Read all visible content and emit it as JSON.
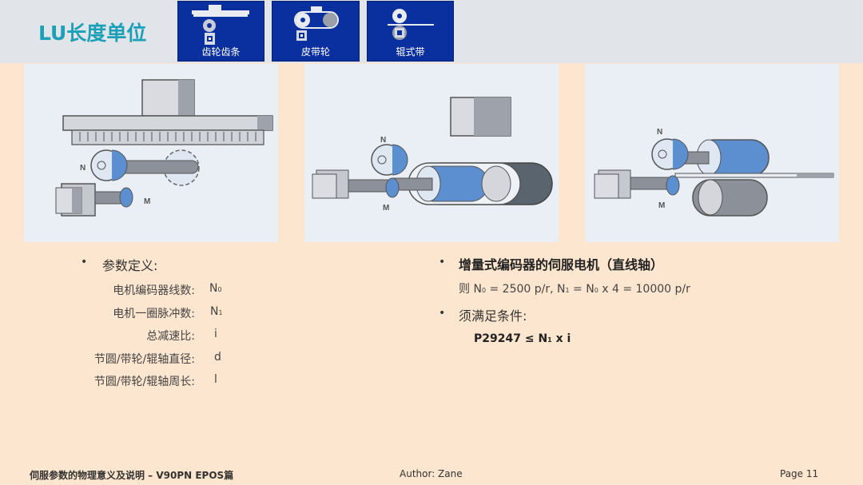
{
  "header": {
    "title": "LU长度单位",
    "tabs": [
      {
        "label": "齿轮齿条",
        "icon": "rack-pinion-icon"
      },
      {
        "label": "皮带轮",
        "icon": "belt-pulley-icon"
      },
      {
        "label": "辊式带",
        "icon": "roller-icon"
      }
    ]
  },
  "diagrams": [
    {
      "name": "rack-and-pinion",
      "labels": {
        "n": "N",
        "m": "M"
      }
    },
    {
      "name": "belt-pulley",
      "labels": {
        "n": "N",
        "m": "M"
      }
    },
    {
      "name": "roller-belt",
      "labels": {
        "n": "N",
        "m": "M"
      }
    }
  ],
  "left": {
    "heading": "参数定义:",
    "definitions": [
      {
        "label": "电机编码器线数:",
        "symbol": "N",
        "sub": "0"
      },
      {
        "label": "电机一圈脉冲数:",
        "symbol": "N",
        "sub": "1"
      },
      {
        "label": "总减速比:",
        "symbol": "i",
        "sub": ""
      },
      {
        "label": "节圆/带轮/辊轴直径:",
        "symbol": "d",
        "sub": ""
      },
      {
        "label": "节圆/带轮/辊轴周长:",
        "symbol": "l",
        "sub": ""
      }
    ]
  },
  "right": {
    "heading": "增量式编码器的伺服电机（直线轴）",
    "formula": {
      "prefix": "则 N",
      "sub0": "0",
      "part1": " = 2500 p/r,  N",
      "sub1": "1",
      "part2": " = N",
      "sub2": "0",
      "part3": "  x  4 = 10000 p/r"
    },
    "condition_heading": "须满足条件:",
    "condition": {
      "prefix": "P29247 ≤ N",
      "sub": "1",
      "suffix": " x i"
    }
  },
  "footer": {
    "title": "伺服参数的物理意义及说明 – V90PN EPOS篇",
    "author": "Author:  Zane",
    "page": "Page  11"
  },
  "colors": {
    "title": "#1ca0b8",
    "tab_bg": "#0a2f9f",
    "background": "#fde6cf",
    "panel": "#eaeef5",
    "accent_blue": "#5b8fd0"
  }
}
